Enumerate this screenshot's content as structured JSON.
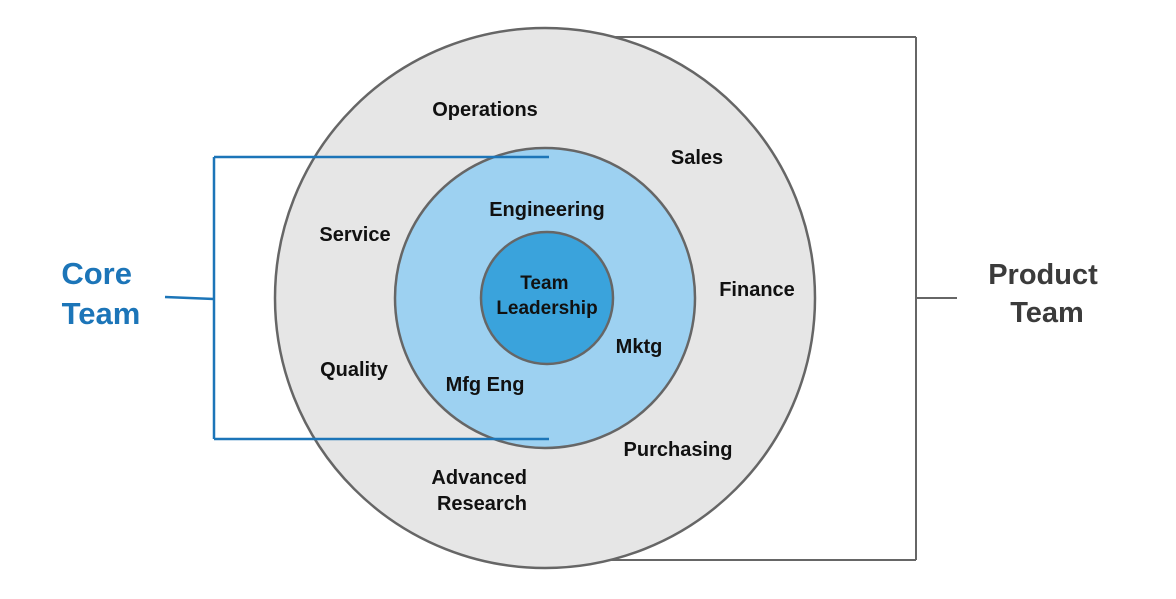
{
  "colors": {
    "outer_fill": "#e6e6e6",
    "middle_fill": "#9dd1f1",
    "inner_fill": "#3aa3dc",
    "ring_stroke": "#666666",
    "core_bracket": "#1c75b8",
    "product_bracket": "#666666",
    "core_label": "#1c75b8",
    "product_label": "#3b3b3b",
    "text": "#111111"
  },
  "core_team": {
    "label_line1": "Core",
    "label_line2": "Team"
  },
  "product_team": {
    "label_line1": "Product",
    "label_line2": "Team"
  },
  "inner_circle": {
    "label_line1": "Team",
    "label_line2": "Leadership"
  },
  "middle_ring": {
    "engineering": "Engineering",
    "mktg": "Mktg",
    "mfg_eng": "Mfg Eng"
  },
  "outer_ring": {
    "operations": "Operations",
    "sales": "Sales",
    "service": "Service",
    "finance": "Finance",
    "quality": "Quality",
    "purchasing": "Purchasing",
    "advanced_research_line1": "Advanced",
    "advanced_research_line2": "Research"
  }
}
